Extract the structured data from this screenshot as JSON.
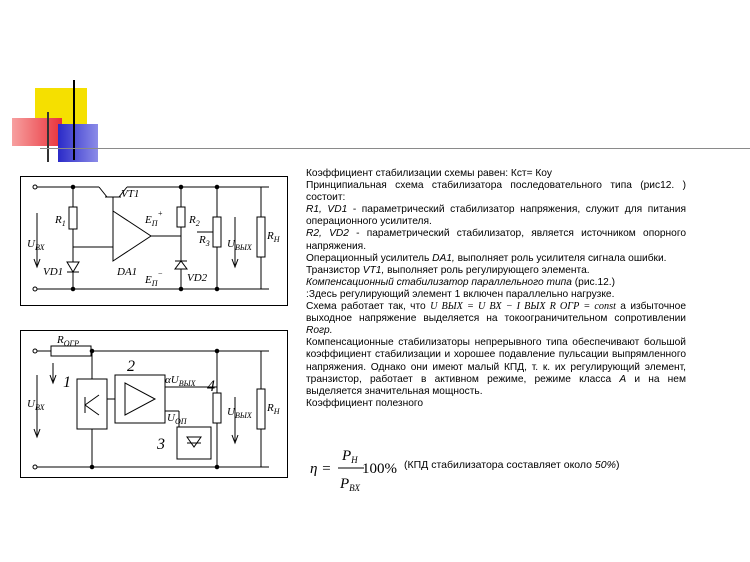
{
  "colors": {
    "yellow": "#f5e000",
    "red": "#e8313a",
    "blue": "#2a2ac8",
    "rule": "#8a8a8a"
  },
  "diagram1": {
    "labels": {
      "vt1": "VT1",
      "r1": "R",
      "r1_sub": "1",
      "r2": "R",
      "r2_sub": "2",
      "r3": "R",
      "r3_sub": "3",
      "rn": "R",
      "rn_sub": "Н",
      "ubx": "U",
      "ubx_sub": "ВХ",
      "uvyh": "U",
      "uvyh_sub": "ВЫХ",
      "vd1": "VD1",
      "vd2": "VD2",
      "da1": "DA1",
      "ep_top": "E",
      "ep_top_sub": "П",
      "ep_top_sup": "+",
      "ep_bot": "E",
      "ep_bot_sub": "П",
      "ep_bot_sup": "−"
    }
  },
  "diagram2": {
    "labels": {
      "rogr": "R",
      "rogr_sub": "ОГР",
      "n1": "1",
      "n2": "2",
      "n3": "3",
      "n4": "4",
      "ubx": "U",
      "ubx_sub": "ВХ",
      "uvyh": "U",
      "uvyh_sub": "ВЫХ",
      "aluvyh": "αU",
      "aluvyh_sub": "ВЫХ",
      "uop": "U",
      "uop_sub": "ОП",
      "rn": "R",
      "rn_sub": "Н"
    }
  },
  "text": {
    "p1": "Коэффициент стабилизации схемы равен: Кст= Коу",
    "p2": "Принципиальная схема стабилизатора последовательного типа (рис12. ) состоит:",
    "p3_it": "R1, VD1",
    "p3": " - параметрический стабилизатор напряжения, служит для питания операционного усилителя.",
    "p4_it": "R2, VD2",
    "p4": " - параметрический стабилизатор, является источником опорного напряжения.",
    "p5a": "Операционный усилитель ",
    "p5_it": "DA1,",
    "p5b": " выполняет роль усилителя сигнала ошибки.",
    "p6a": "Транзистор ",
    "p6_it": "VT1,",
    "p6b": " выполняет роль регулирующего элемента.",
    "p7_it": "Компенсационный стабилизатор параллельного типа",
    "p7": " (рис.12.)",
    "p8": ":Здесь регулирующий элемент 1 включен параллельно нагрузке.",
    "p9a": "Схема работает так, что ",
    "p9_formula": "U ВЫХ = U ВХ − I ВЫХ R ОГР = const",
    "p9b": " а избыточное выходное напряжение выделяется на токоограничительном сопротивлении ",
    "p9_it": "Rогр.",
    "p10": "Компенсационные стабилизаторы непрерывного типа обеспечивают большой коэффициент стабилизации и хорошее подавление пульсации выпрямленного напряжения. Однако они имеют малый КПД, т. к. их регулирующий элемент, транзистор, работает в активном режиме, режиме класса ",
    "p10_it": "А",
    "p10b": " и на нем выделяется значительная мощность.",
    "p11": "Коэффициент полезного",
    "eq_eta": "η =",
    "eq_pn": "P",
    "eq_pn_sub": "Н",
    "eq_pbx": "P",
    "eq_pbx_sub": "ВХ",
    "eq_100": "100%",
    "eq_note_a": "(КПД стабилизатора составляет около ",
    "eq_note_it": "50%",
    "eq_note_b": ")"
  }
}
